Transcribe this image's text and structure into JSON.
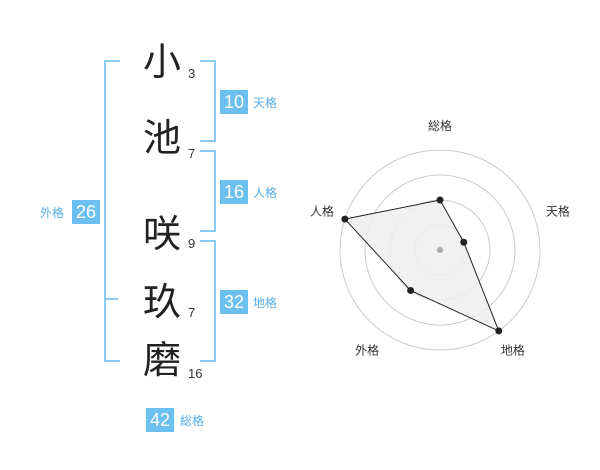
{
  "name": {
    "chars": [
      {
        "char": "小",
        "strokes": "3"
      },
      {
        "char": "池",
        "strokes": "7"
      },
      {
        "char": "咲",
        "strokes": "9"
      },
      {
        "char": "玖",
        "strokes": "7"
      },
      {
        "char": "磨",
        "strokes": "16"
      }
    ]
  },
  "scores": {
    "tenkaku": {
      "value": "10",
      "label": "天格"
    },
    "jinkaku": {
      "value": "16",
      "label": "人格"
    },
    "chikaku": {
      "value": "32",
      "label": "地格"
    },
    "gaikaku": {
      "value": "26",
      "label": "外格"
    },
    "soukaku": {
      "value": "42",
      "label": "総格"
    }
  },
  "chart_data": {
    "type": "radar",
    "axes": [
      "総格",
      "天格",
      "地格",
      "外格",
      "人格"
    ],
    "values": [
      2,
      1,
      4,
      2,
      4
    ],
    "max": 4,
    "rings": 4,
    "colors": {
      "fill": "#eeeeee",
      "line": "#222222",
      "ring": "#cccccc",
      "center": "#aaaaaa"
    }
  }
}
